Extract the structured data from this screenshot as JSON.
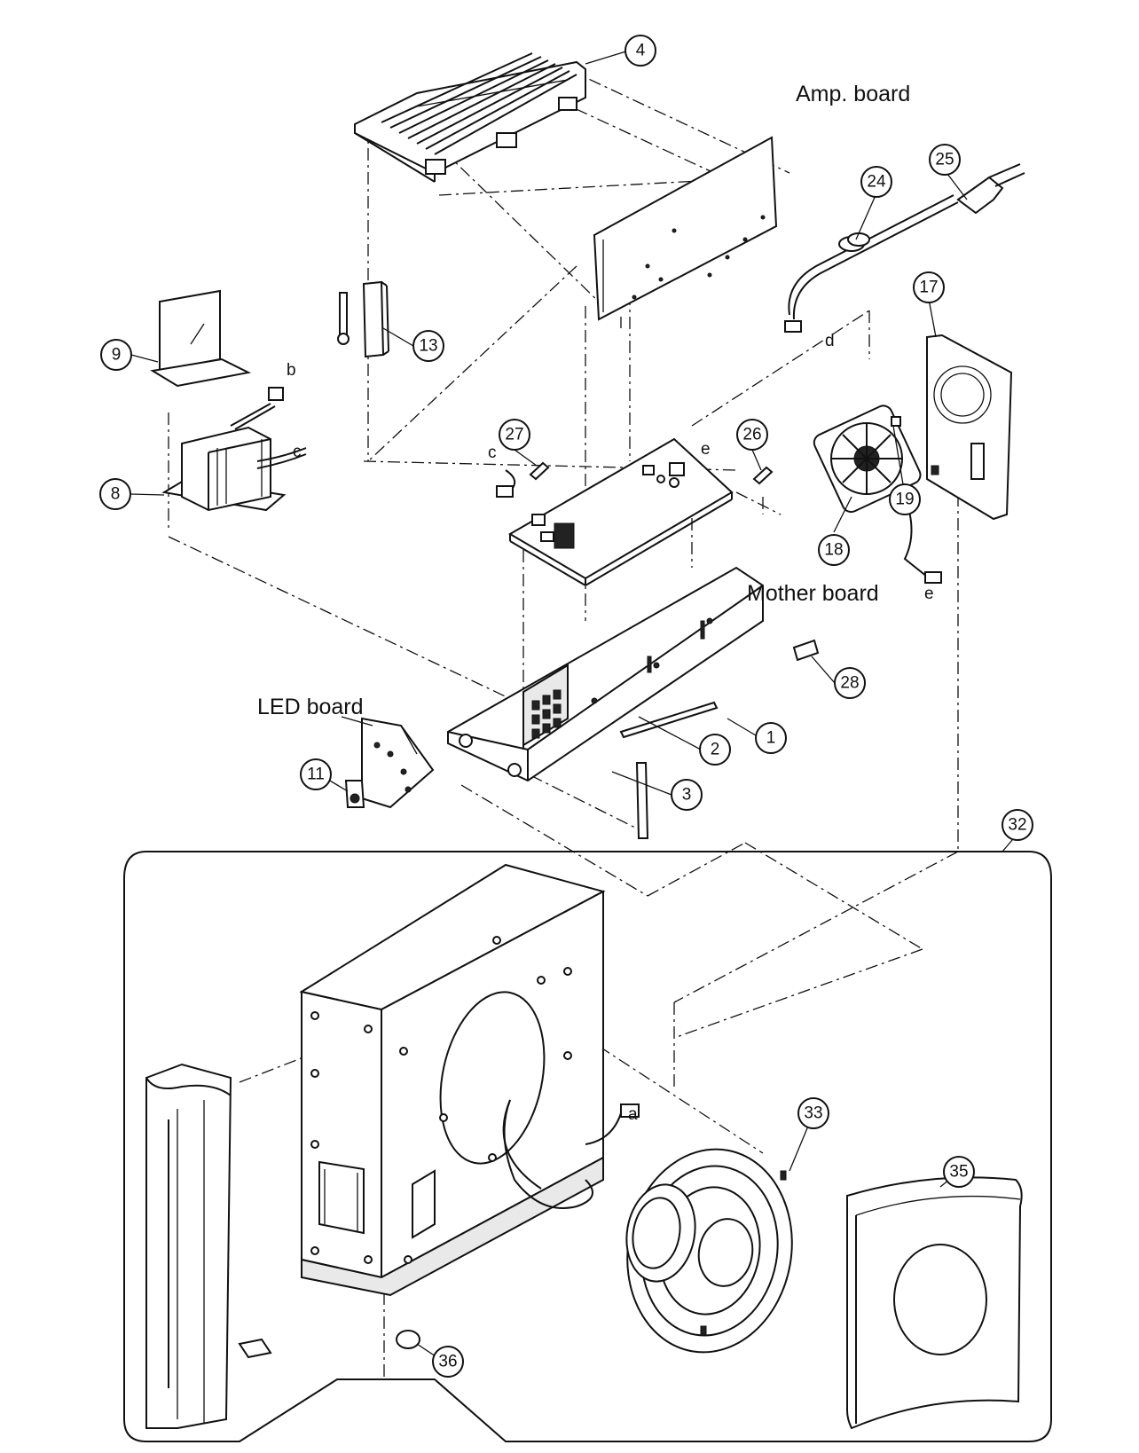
{
  "labels": {
    "amp_board": "Amp. board",
    "mother_board": "Mother board",
    "led_board": "LED board"
  },
  "callouts": {
    "c1": "1",
    "c2": "2",
    "c3": "3",
    "c4": "4",
    "c8": "8",
    "c9": "9",
    "c11": "11",
    "c13": "13",
    "c17": "17",
    "c18": "18",
    "c19": "19",
    "c24": "24",
    "c25": "25",
    "c26": "26",
    "c27": "27",
    "c28": "28",
    "c32": "32",
    "c33": "33",
    "c35": "35",
    "c36": "36"
  },
  "connectors": {
    "a": "a",
    "b": "b",
    "c1": "c",
    "c2": "c",
    "d": "d",
    "e1": "e",
    "e2": "e"
  }
}
